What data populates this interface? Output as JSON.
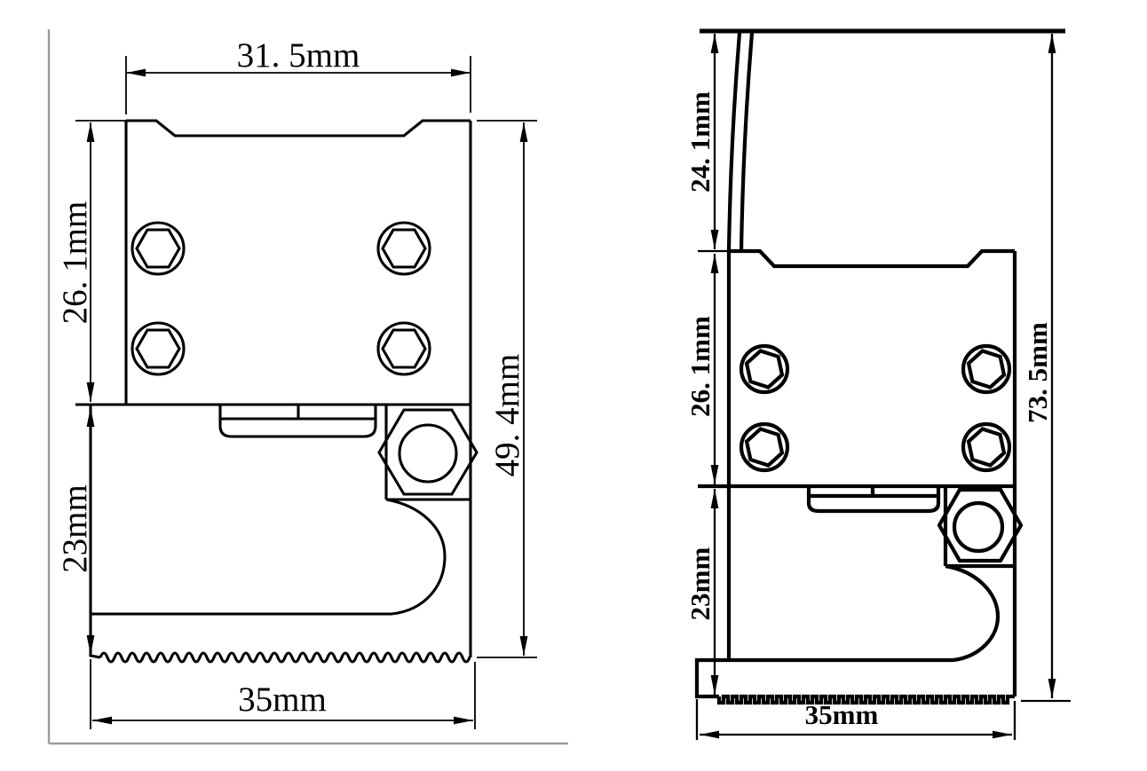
{
  "drawing": {
    "front_view": {
      "dim_top_width": "31. 5mm",
      "dim_upper_height": "26. 1mm",
      "dim_lower_height": "23mm",
      "dim_total_height": "49. 4mm",
      "dim_bottom_width": "35mm"
    },
    "side_view": {
      "dim_lever_height": "24. 1mm",
      "dim_upper_height": "26. 1mm",
      "dim_lower_height": "23mm",
      "dim_total_height": "73. 5mm",
      "dim_bottom_width": "35mm"
    },
    "colors": {
      "line": "#000000",
      "frame_border": "#9b9b9b",
      "background": "#ffffff"
    }
  }
}
